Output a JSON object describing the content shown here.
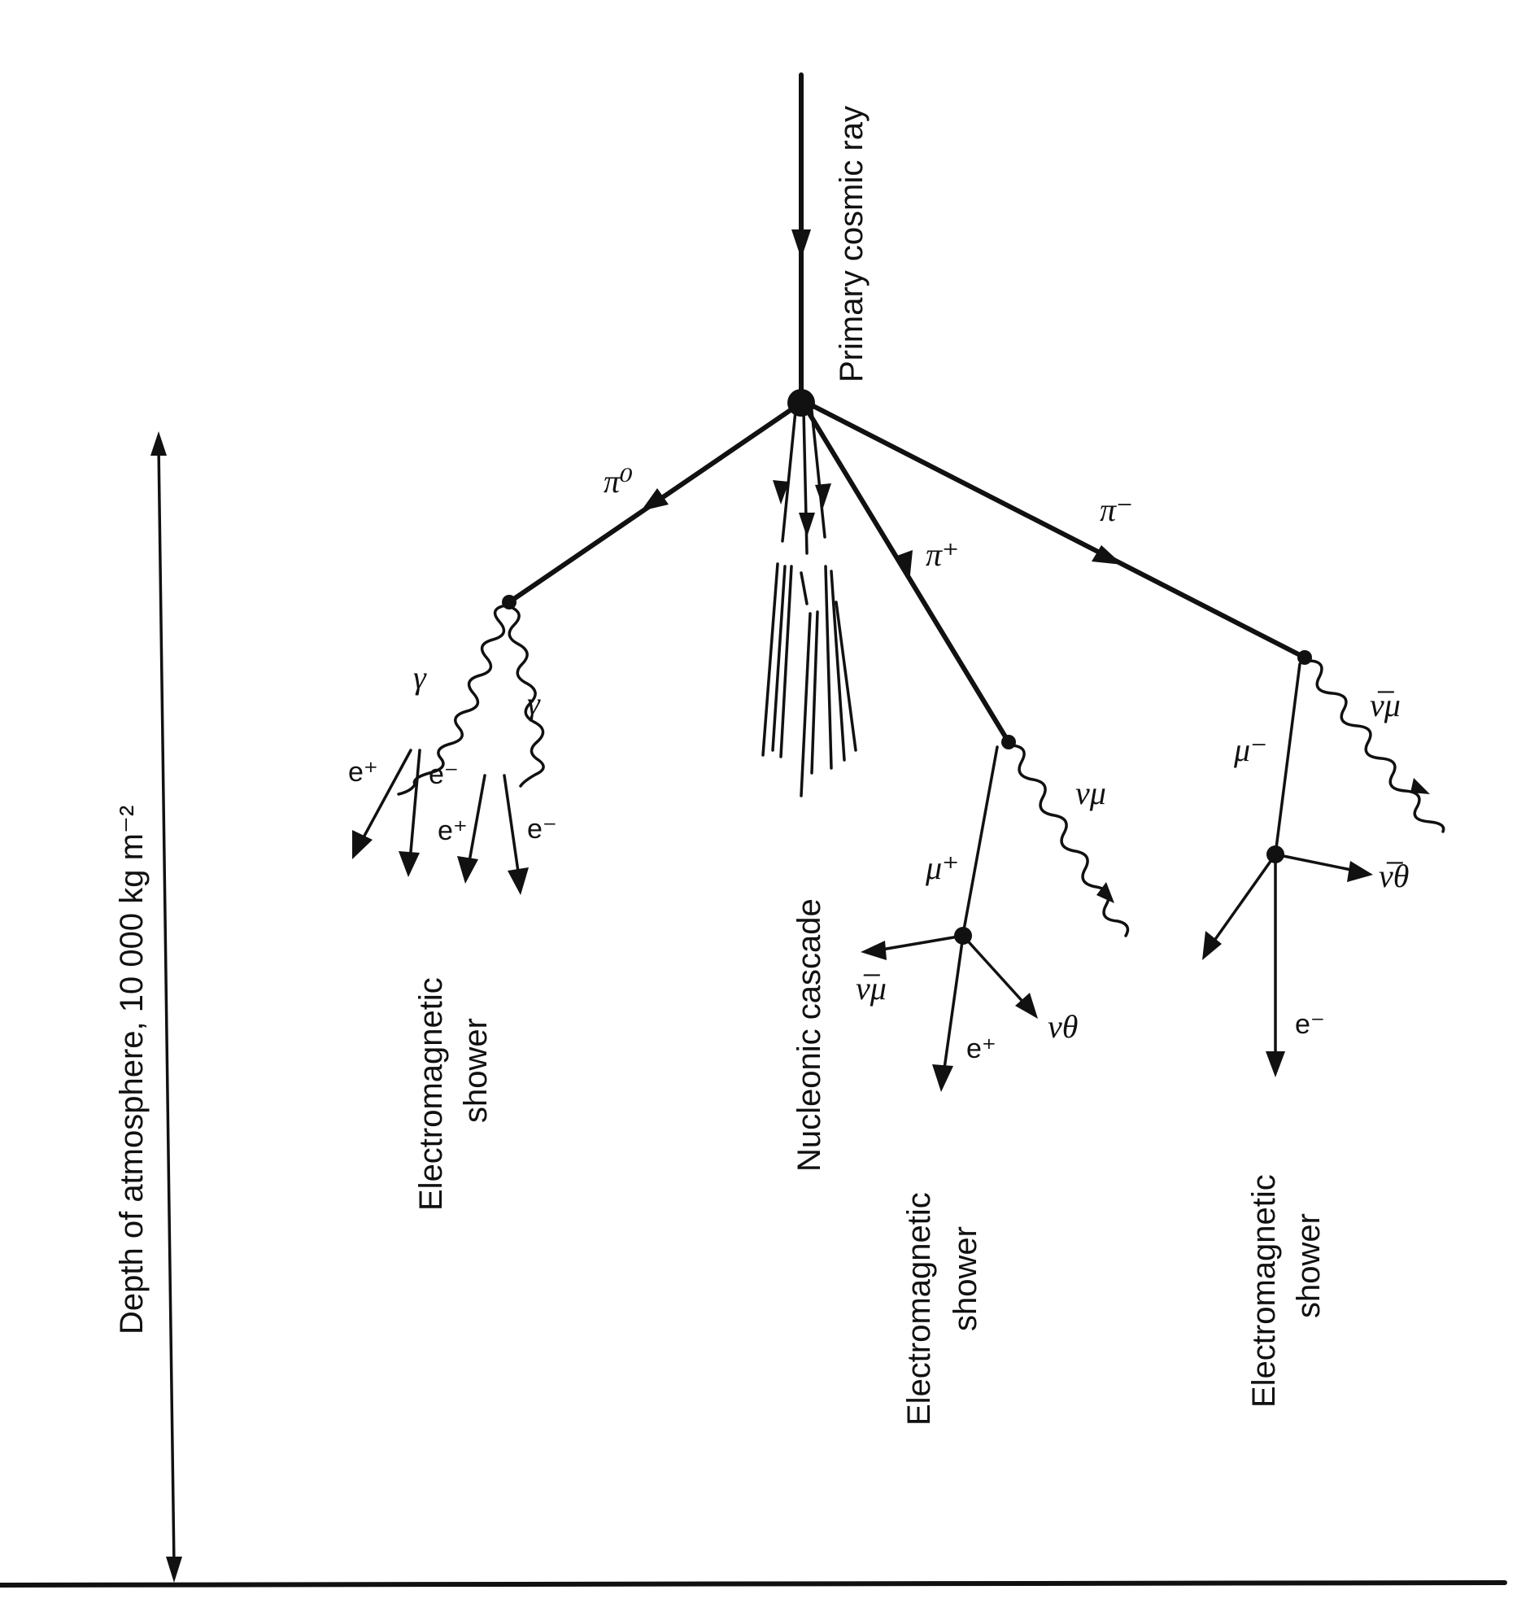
{
  "labels": {
    "primary": "Primary cosmic ray",
    "depth": "Depth of atmosphere, 10 000 kg m⁻²",
    "nucleonic": "Nucleonic cascade",
    "em_line1": "Electromagnetic",
    "em_line2": "shower",
    "pi0": "π⁰",
    "pi_plus": "π⁺",
    "pi_minus": "π⁻",
    "gamma": "γ",
    "e_plus": "e⁺",
    "e_minus": "e⁻",
    "mu_plus": "μ⁺",
    "mu_minus": "μ⁻",
    "nu_mu": "νμ",
    "nubar_mu": "ν̅μ",
    "nu_theta": "νθ",
    "nubar_theta": "ν̅θ"
  }
}
